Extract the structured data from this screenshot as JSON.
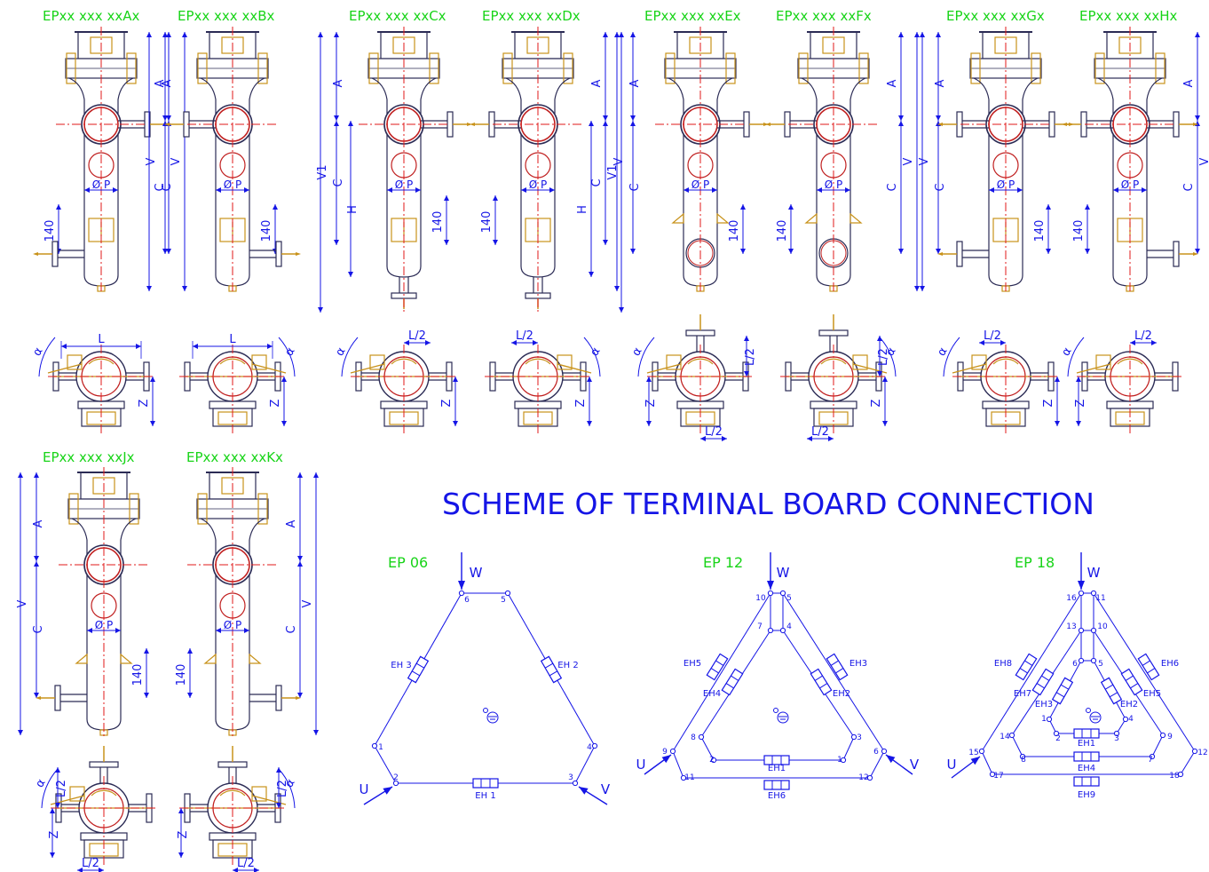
{
  "models": {
    "a": "EPxx xxx xxAx",
    "b": "EPxx xxx xxBx",
    "c": "EPxx xxx xxCx",
    "d": "EPxx xxx xxDx",
    "e": "EPxx xxx xxEx",
    "f": "EPxx xxx xxFx",
    "g": "EPxx xxx xxGx",
    "h": "EPxx xxx xxHx",
    "j": "EPxx xxx xxJx",
    "k": "EPxx xxx xxKx"
  },
  "dims": {
    "A": "A",
    "C": "C",
    "V": "V",
    "V1": "V1",
    "H": "H",
    "P": "Ø P",
    "d140": "140",
    "L": "L",
    "L2": "L/2",
    "Z": "Z",
    "alpha": "α"
  },
  "scheme": {
    "title": "SCHEME OF TERMINAL BOARD CONNECTION",
    "ep06": {
      "label": "EP 06",
      "phases": {
        "u": "U",
        "v": "V",
        "w": "W"
      },
      "heaters": {
        "eh1": "EH 1",
        "eh2": "EH 2",
        "eh3": "EH 3"
      },
      "terminals": [
        "1",
        "2",
        "3",
        "4",
        "5",
        "6"
      ]
    },
    "ep12": {
      "label": "EP 12",
      "phases": {
        "u": "U",
        "v": "V",
        "w": "W"
      },
      "heaters": {
        "eh1": "EH1",
        "eh2": "EH2",
        "eh3": "EH3",
        "eh4": "EH4",
        "eh5": "EH5",
        "eh6": "EH6"
      },
      "terminals": [
        "1",
        "2",
        "3",
        "4",
        "5",
        "6",
        "7",
        "8",
        "9",
        "10",
        "11",
        "12"
      ]
    },
    "ep18": {
      "label": "EP 18",
      "phases": {
        "u": "U",
        "v": "V",
        "w": "W"
      },
      "heaters": {
        "eh1": "EH1",
        "eh2": "EH2",
        "eh3": "EH3",
        "eh4": "EH4",
        "eh5": "EH5",
        "eh6": "EH6",
        "eh7": "EH7",
        "eh8": "EH8",
        "eh9": "EH9"
      },
      "terminals": [
        "1",
        "2",
        "3",
        "4",
        "5",
        "6",
        "7",
        "8",
        "9",
        "10",
        "11",
        "12",
        "13",
        "14",
        "15",
        "16",
        "17",
        "18"
      ]
    }
  },
  "colors": {
    "model_label": "#18d418",
    "dimension": "#1515e6",
    "outline": "#2b2b55",
    "flange": "#c8921a",
    "centerline": "#e01818",
    "port": "#c02020"
  }
}
